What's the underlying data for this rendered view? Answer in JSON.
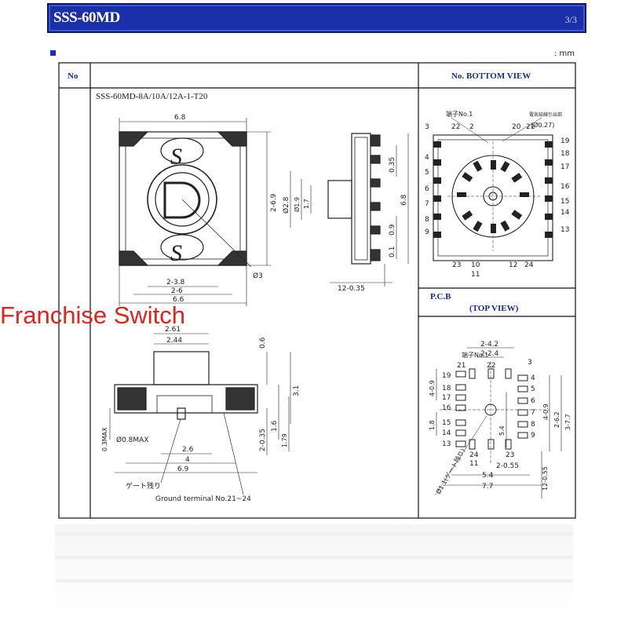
{
  "header": {
    "title": "SSS-60MD",
    "page": "3/3"
  },
  "unit": ": mm",
  "watermark": "Franchise Switch",
  "table": {
    "col_no": "No",
    "col_bottom": "No.  BOTTOM  VIEW",
    "model": "SSS-60MD-8A/10A/12A-1-T20",
    "pcb_title": "P.C.B",
    "pcb_subtitle": "(TOP VIEW)"
  },
  "front_view": {
    "dims": {
      "top": "6.8",
      "right": "2-6.9",
      "b1": "2-3.8",
      "b2": "2-6",
      "b3": "6.6",
      "diag": "Ø3"
    }
  },
  "side_view": {
    "dims": {
      "d28": "Ø2.8",
      "d19": "Ø1.9",
      "d17": "1.7",
      "v035": "0.35",
      "v68": "6.8",
      "v09": "0.9",
      "v01": "0.1",
      "bottom": "12-0.35"
    }
  },
  "lower_view": {
    "dims": {
      "w261": "2.61",
      "w244": "2.44",
      "h06": "0.6",
      "h31": "3.1",
      "h035": "2-0.35",
      "h16": "1.6",
      "h179": "1.79",
      "max": "0.3MAX",
      "d08": "Ø0.8MAX",
      "w26": "2.6",
      "w4": "4",
      "w69": "6.9"
    },
    "gate_note": "ゲート残り",
    "ground_note": "Ground terminal No.21~24"
  },
  "bottom_view": {
    "terminal_label": "端子No.1",
    "mark_label": "電気結線引出部",
    "mark_dim": "(Ø0.27)",
    "top_nums": [
      "22",
      "2",
      "20",
      "21"
    ],
    "left_nums": [
      "3",
      "4",
      "5",
      "6",
      "7",
      "8",
      "9"
    ],
    "right_nums": [
      "19",
      "18",
      "17",
      "16",
      "15",
      "14",
      "13"
    ],
    "bottom_nums": [
      "23",
      "10",
      "11",
      "12",
      "24"
    ]
  },
  "pcb_view": {
    "terminal_label": "端子No.1",
    "dims": {
      "t42": "2-4.2",
      "t24": "2-2.4",
      "l409": "4-0.9",
      "l18": "1.8",
      "m409": "4-0.9",
      "m54": "5.4",
      "r62": "2-6.2",
      "r37": "3-7.7",
      "b055": "2-0.55",
      "b54": "5.4",
      "b77": "7.7",
      "b1255": "12-0.55",
      "hole": "Ø1.1(ゲート残り)"
    },
    "left_nums": [
      "19",
      "18",
      "17",
      "16",
      "15",
      "14",
      "13"
    ],
    "right_nums": [
      "4",
      "5",
      "6",
      "7",
      "8",
      "9"
    ],
    "top_nums": [
      "21",
      "22",
      "3"
    ],
    "bottom_nums": [
      "24",
      "11",
      "23"
    ]
  }
}
